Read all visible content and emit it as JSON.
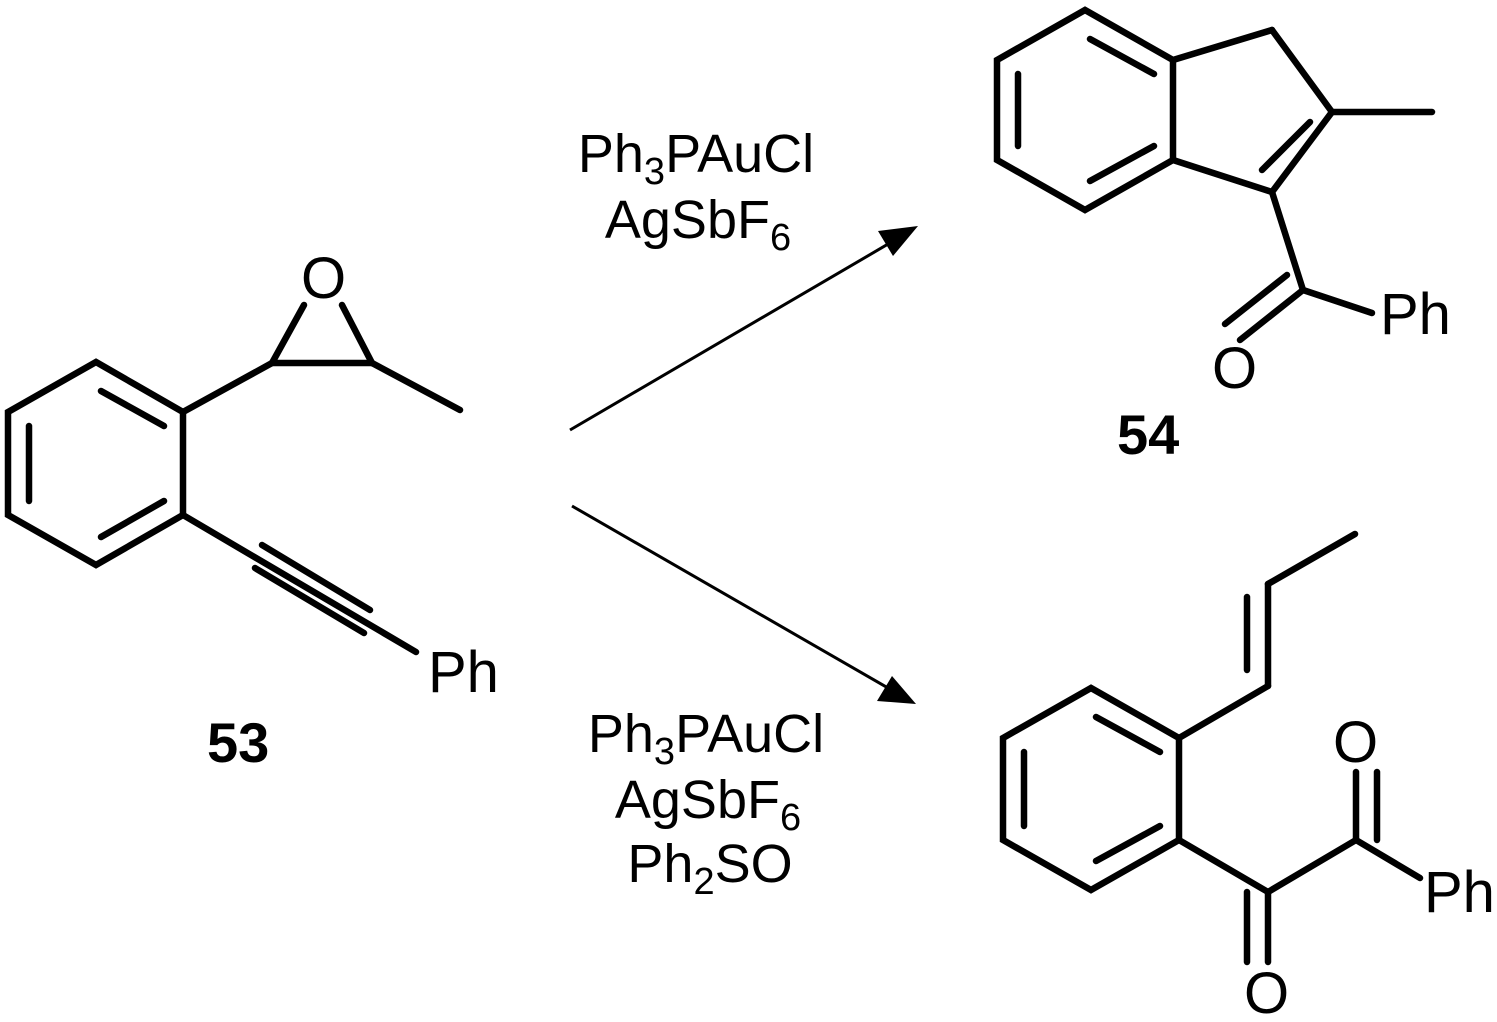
{
  "starting_material": {
    "compound_label": "53",
    "epoxide_oxygen": "O",
    "alkyne_substituent": "Ph"
  },
  "upper_reaction": {
    "reagents": [
      {
        "main": "Ph",
        "sub": "3",
        "rest": "PAuCl"
      },
      {
        "main": "AgSbF",
        "sub": "6",
        "rest": ""
      }
    ]
  },
  "lower_reaction": {
    "reagents": [
      {
        "main": "Ph",
        "sub": "3",
        "rest": "PAuCl"
      },
      {
        "main": "AgSbF",
        "sub": "6",
        "rest": ""
      },
      {
        "main": "Ph",
        "sub": "2",
        "rest": "SO"
      }
    ]
  },
  "upper_product": {
    "compound_label": "54",
    "carbonyl_oxygen": "O",
    "aryl_substituent": "Ph"
  },
  "lower_product": {
    "compound_label": "",
    "oxygen_top": "O",
    "oxygen_bottom": "O",
    "aryl_substituent": "Ph"
  },
  "colors": {
    "ink": "#000000",
    "background": "#ffffff"
  }
}
